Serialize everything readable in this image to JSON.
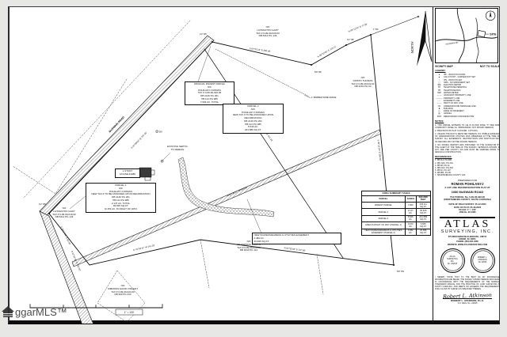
{
  "watermark": {
    "text": "ggarMLS™"
  },
  "map": {
    "north_label": "NORTH",
    "scale_caption": "1\" = 100'",
    "road_a_name": "McSWAIN ROAD",
    "em_label": "EM",
    "bearings": {
      "road_a": "S 44°55'50\" W  707.45'",
      "road_b": "S 22°52'40\" E  150.00'",
      "top1": "S 87°02'13\" E  350.46'",
      "top2": "N 59°32'40\" E  120.11'",
      "top3": "N 48°12'33\" E  77.08'",
      "east": "S 05°41'20\" E  584.04'",
      "band": "N 69°36'22\" W  659.53'",
      "lotline": "S 36°06'24\" E  291.23'",
      "bottom1": "N 82°33'40\" E  247.66'",
      "bottom2": "N 76°50'11\" W  141.33'",
      "west": "S 26°14'08\" E  81.00'"
    },
    "pins": [
      "1/2\" IPF",
      "1/2\" IPF",
      "5/8\" IPF",
      "1/2\" IPF",
      "1\" IPF",
      "5/8\" IPS"
    ],
    "labels": {
      "original_parcel": "ORIGINAL PARENT PARCEL\nN/F\nPOHILANYJ ROMAN\nTAX # 0-09-00-022.00\nDB 2146 PG 201\nPB 114 PG 985\n7.693 AC. TOTAL",
      "parcel2": "PARCEL 2\nN/F\nPOHILANYJ ROMAN\nNEW TAX # TO BE ASSIGNED UPON RECORDATION\nDB 2146 PG 201\nPB 114 PG 985\n5.546 AC.\n241,586 SQ.FT.",
      "parcel1": "PARCEL 1\nN/F\nPOHILANYJ ROMAN\nNEW TAX # TO BE ASSIGNED UPON RECORDATION\nDB 2146 PG 201\nPB 114 PG 985\n2.147 AC. TOTAL\n93,525 SQ.FT.\n(0.153 AC. IN RIGHT OF WAY)",
      "easement": "NEW INGRESS/EGRESS & UTILITIES EASEMENT\n0.482 AC.\n20,996 SQ.FT.",
      "livingston_top": "N/F\nLIVINGSTON GARY\nTAX # 0-09-00-020.00\nDB 5212 PG 143",
      "livingston_left": "N/F\nLIVINGSTON GARY\nTAX # 0-09-00-019.00\nDB 5212 PG 143",
      "kristo": "N/F\nKRISTO THOMAS\nTAX # 0-09-00-022.01\nDB 2201 PG 64",
      "wilkerson": "N/F\nWILKERSON JOHN M\nTAX # 0-09-00-023.00\nDB 1843 PG 112",
      "simmons": "N/F\nSIMMONS DAVID VINCENT\nTAX # 0-09-00-024.00\nDB 990 PG 233",
      "septic": "EXISTING SEPTIC\nTO REMAIN",
      "fence": "1' BARBED WIRE FENCE",
      "house": "1-STORY\nHOUSE #1080"
    }
  },
  "area_table": {
    "title": "AREA SUMMARY TABLE",
    "headers": [
      "PARCEL",
      "ACRES",
      "SQUARE FEET"
    ],
    "rows": [
      {
        "parcel": "PARENT PARCEL",
        "acres": "7.693",
        "sqft": "335,111 SQ.FT."
      },
      {
        "parcel": "PARCEL 1",
        "acres": "2.147 AC.",
        "sqft": "93,525 SQ.FT."
      },
      {
        "parcel": "PARCEL 2",
        "acres": "5.546 AC.",
        "sqft": "241,586 SQ.FT."
      },
      {
        "parcel": "AREA IN RIGHT OF WAY (PARCEL 1)",
        "acres": "0.153 AC.",
        "sqft": "6,665 SQ.FT."
      },
      {
        "parcel": "NEW INGRESS/EGRESS & UTILITIES EASEMENT (PARCEL 2)",
        "acres": "0.482 AC.",
        "sqft": "20,996 SQ.FT."
      }
    ]
  },
  "panel": {
    "vicinity": {
      "site": "SITE",
      "road": "McSWAIN RD",
      "caption_left": "VICINITY MAP",
      "caption_right": "NOT TO SCALE"
    },
    "legend": {
      "title": "LEGEND:",
      "items": [
        {
          "sym": "●",
          "label": "IPF - IRON PIN FOUND"
        },
        {
          "sym": "▲",
          "label": "CALC POINT - CORNER NOT SET"
        },
        {
          "sym": "○",
          "label": "IPS - IRON PIN SET"
        },
        {
          "sym": "◻",
          "label": "NMS - NO MONUMENT SET"
        },
        {
          "sym": "EM",
          "label": "ELECTRIC METER"
        },
        {
          "sym": "TP",
          "label": "TELEPHONE PEDESTAL"
        },
        {
          "sym": "TB",
          "label": "TELEPHONE BOX"
        },
        {
          "sym": "WM",
          "label": "WATER METER"
        },
        {
          "sym": "— —",
          "label": "ADJACENT PROPERTY LINE"
        },
        {
          "sym": "———",
          "label": "PROPERTY LINE"
        },
        {
          "sym": "- - -",
          "label": "EASEMENT LINE"
        },
        {
          "sym": "—·—",
          "label": "RIGHT OF WAY LINE"
        },
        {
          "sym": "=‖=",
          "label": "UNDERGROUND DRAINAGE LINE"
        },
        {
          "sym": "■",
          "label": "BUILDING"
        },
        {
          "sym": "▭",
          "label": "EDGE OF PAVEMENT"
        },
        {
          "sym": "▨",
          "label": "GRAVEL"
        },
        {
          "sym": "RCP",
          "label": "REINFORCED CONCRETE PIPE"
        }
      ]
    },
    "notes": {
      "title": "NOTES:",
      "items": [
        "1. THIS PARCEL APPEARS TO LIE IN FLOOD ZONE \"X\" PER FIRM COMMUNITY PANEL No. 45083C0640D, NOT SHOWN HEREON.",
        "2. PRECISION OF PLAT CLOSURE: 1:275,000+.",
        "3. UNLESS THE RCP IS DEPICTED HEREON, NO VISIBLE EVIDENCE OF UNDERGROUND UTILITIES WAS OBSERVED AT THE TIME OF SURVEY. ALL EASEMENTS, RESTRICTIONS AND RIGHTS-OF-WAY OF RECORD MAY NOT BE SHOWN HEREON.",
        "4. NO ZONING REPORT WAS PROVIDED TO THE SURVEYOR BY THE CLIENT AT THE TIME OF THE SURVEY. SETBACKS SHOWN, IF ANY, ARE PER COUNTY GIS AND MUST BE VERIFIED PRIOR TO DESIGN & CONSTRUCTION."
      ]
    },
    "references": {
      "title": "REFERENCES:",
      "lines": "1. PB 114, PG 985\n2. DB 2146, PG 201\n3. PB 98, PG 44\n4. DB 1022, PG 318\n5. PB 62, PG 107\n6. DB 884, PG 95\n7. SPARTANBURG COUNTY GIS"
    },
    "prepared": {
      "for": "PREPARED FOR",
      "name": "ROMAN POHILANYJ",
      "plat": "2 LOT LINE RECONFIGURATION PLAT AT",
      "address": "1080 McSWAIN ROAD",
      "tax": "TAX PARCEL No. 0-09-00-022.00",
      "county": "(SPARTANBURG COUNTY, SOUTH CAROLINA)"
    },
    "jobinfo": "DATE OF FIELD SURVEY: 05-12-2023\nDATE OF PLAT: 05-18-2023\nSCALE: 1\" = 100'\nJOB No. 23-1080",
    "firm": {
      "name": "ATLAS",
      "sub": "SURVEYING, INC.",
      "addr": "575 BROCKMAN McCLIMON RD., UNIT B\nGREER, SC 29651\nPHONE: (864) 801-0085\nWEBSITE: WWW.ATLASSURVEYING.COM"
    },
    "seals": {
      "left": "ATLAS\nSURVEYING\nINC.\nNo. C02815",
      "right": "ROBERT L.\nATKINSON\nNo. 22815"
    },
    "cert": "I HEREBY STATE THAT TO THE BEST OF MY KNOWLEDGE, INFORMATION AND BELIEF, THE SURVEY SHOWN HEREON WAS MADE IN ACCORDANCE WITH THE REQUIREMENTS OF THE MINIMUM STANDARDS MANUAL FOR THE PRACTICE OF LAND SURVEYING IN SOUTH CAROLINA, AND MEETS OR EXCEEDS THE REQUIREMENTS FOR A CLASS \"B\" SURVEY AS SPECIFIED THEREIN.",
    "signature": {
      "script": "Robert L. Atkinson",
      "name": "ROBERT L. ATKINSON, P.L.S.",
      "reg": "S.C. REG. No. 22815"
    }
  }
}
